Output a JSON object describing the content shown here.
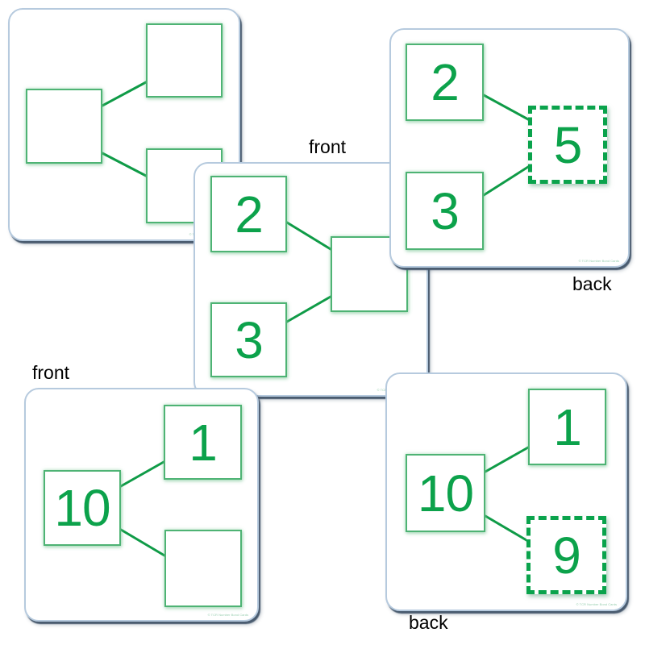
{
  "page": {
    "background": "#ffffff"
  },
  "watermark_text": "© TCR Number Bond Cards",
  "colors": {
    "digit_green": "#0ca24b",
    "square_border_green": "#4eb374",
    "dashed_border_green": "#0aa34c",
    "connector_green": "#0f9b47",
    "card_border_blue": "#b6cade",
    "card_shadow_slate": "#4a5c70",
    "label_black": "#000000"
  },
  "cards": {
    "top_left": {
      "description": "blank number bond card, root square on left, two part squares on right",
      "side_label": "",
      "root_value": "",
      "part_top_value": "",
      "part_bottom_value": ""
    },
    "top_right": {
      "description": "back of 2 and 3 card, answer 5 in dashed square",
      "side_label": "back",
      "part_top_value": "2",
      "part_bottom_value": "3",
      "root_value": "5"
    },
    "middle": {
      "description": "front of 2 and 3 card, empty root square on right",
      "side_label": "front",
      "part_top_value": "2",
      "part_bottom_value": "3",
      "root_value": ""
    },
    "bottom_left": {
      "description": "front of 10 card, root 10 on left, part 1 on top right, empty part bottom right",
      "side_label": "front",
      "root_value": "10",
      "part_top_value": "1",
      "part_bottom_value": ""
    },
    "bottom_right": {
      "description": "back of 10 card, answer 9 in dashed square",
      "side_label": "back",
      "root_value": "10",
      "part_top_value": "1",
      "part_bottom_value": "9"
    }
  }
}
